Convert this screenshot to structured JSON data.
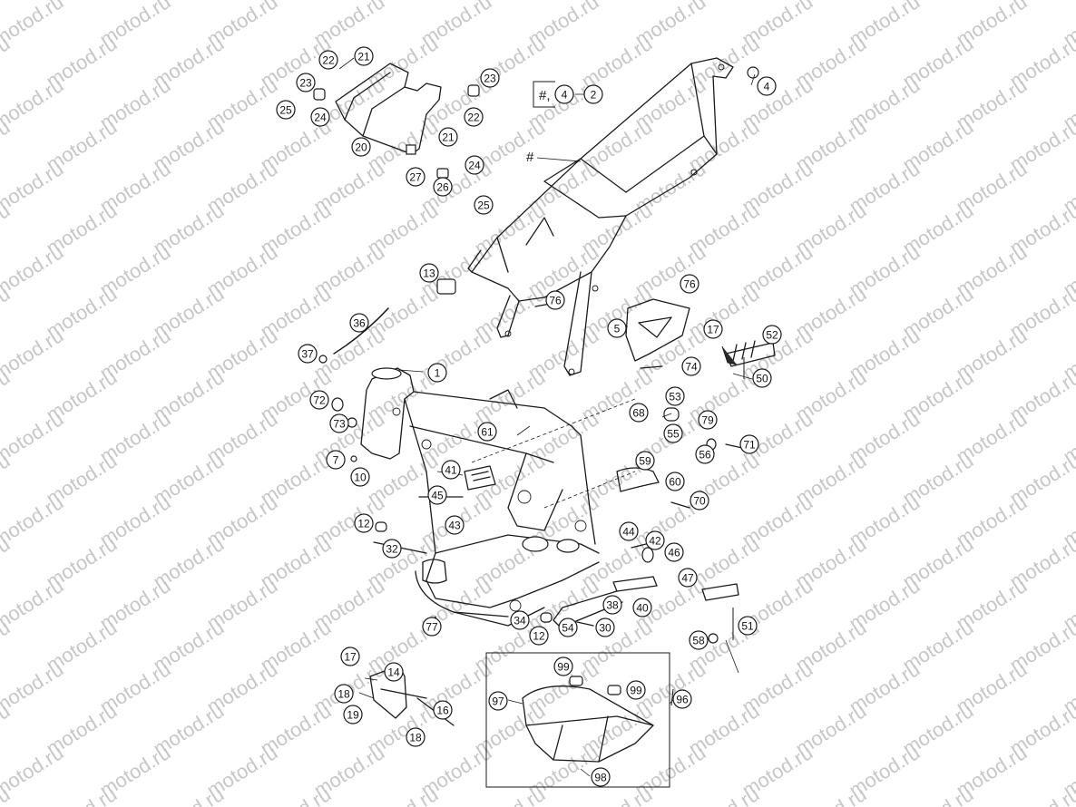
{
  "watermark": {
    "text": "motod.ru",
    "color": "#c7c7c7"
  },
  "diagram": {
    "hash_symbol": "#",
    "hash_ref_label": "#,",
    "callouts": [
      "1",
      "2",
      "4",
      "4",
      "5",
      "7",
      "10",
      "12",
      "12",
      "13",
      "14",
      "16",
      "17",
      "17",
      "18",
      "18",
      "19",
      "20",
      "21",
      "21",
      "22",
      "22",
      "23",
      "23",
      "24",
      "24",
      "25",
      "25",
      "26",
      "27",
      "30",
      "32",
      "34",
      "36",
      "37",
      "38",
      "40",
      "41",
      "42",
      "43",
      "44",
      "45",
      "46",
      "47",
      "50",
      "51",
      "52",
      "53",
      "54",
      "55",
      "56",
      "58",
      "59",
      "60",
      "61",
      "68",
      "70",
      "71",
      "72",
      "73",
      "74",
      "76",
      "76",
      "77",
      "79",
      "96",
      "97",
      "98",
      "99",
      "99"
    ]
  }
}
